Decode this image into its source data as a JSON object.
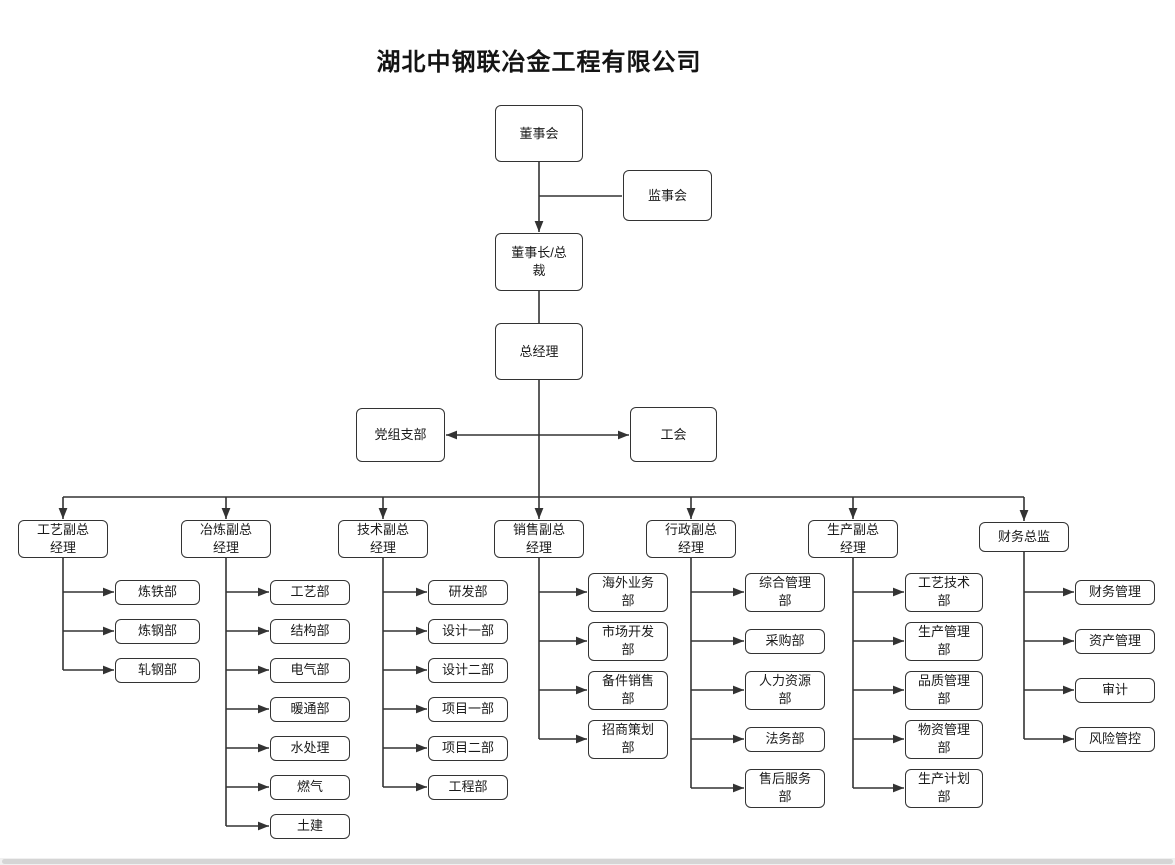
{
  "title": "湖北中钢联冶金工程有限公司",
  "nodes": {
    "board": "董事会",
    "supervisory": "监事会",
    "chairman": "董事长/总裁",
    "gm": "总经理",
    "party": "党组支部",
    "union": "工会"
  },
  "branches": [
    {
      "label": "工艺副总经理",
      "children": [
        "炼铁部",
        "炼钢部",
        "轧钢部"
      ]
    },
    {
      "label": "冶炼副总经理",
      "children": [
        "工艺部",
        "结构部",
        "电气部",
        "暖通部",
        "水处理",
        "燃气",
        "土建"
      ]
    },
    {
      "label": "技术副总经理",
      "children": [
        "研发部",
        "设计一部",
        "设计二部",
        "项目一部",
        "项目二部",
        "工程部"
      ]
    },
    {
      "label": "销售副总经理",
      "children": [
        "海外业务部",
        "市场开发部",
        "备件销售部",
        "招商策划部"
      ]
    },
    {
      "label": "行政副总经理",
      "children": [
        "综合管理部",
        "采购部",
        "人力资源部",
        "法务部",
        "售后服务部"
      ]
    },
    {
      "label": "生产副总经理",
      "children": [
        "工艺技术部",
        "生产管理部",
        "品质管理部",
        "物资管理部",
        "生产计划部"
      ]
    },
    {
      "label": "财务总监",
      "children": [
        "财务管理",
        "资产管理",
        "审计",
        "风险管控"
      ]
    }
  ]
}
